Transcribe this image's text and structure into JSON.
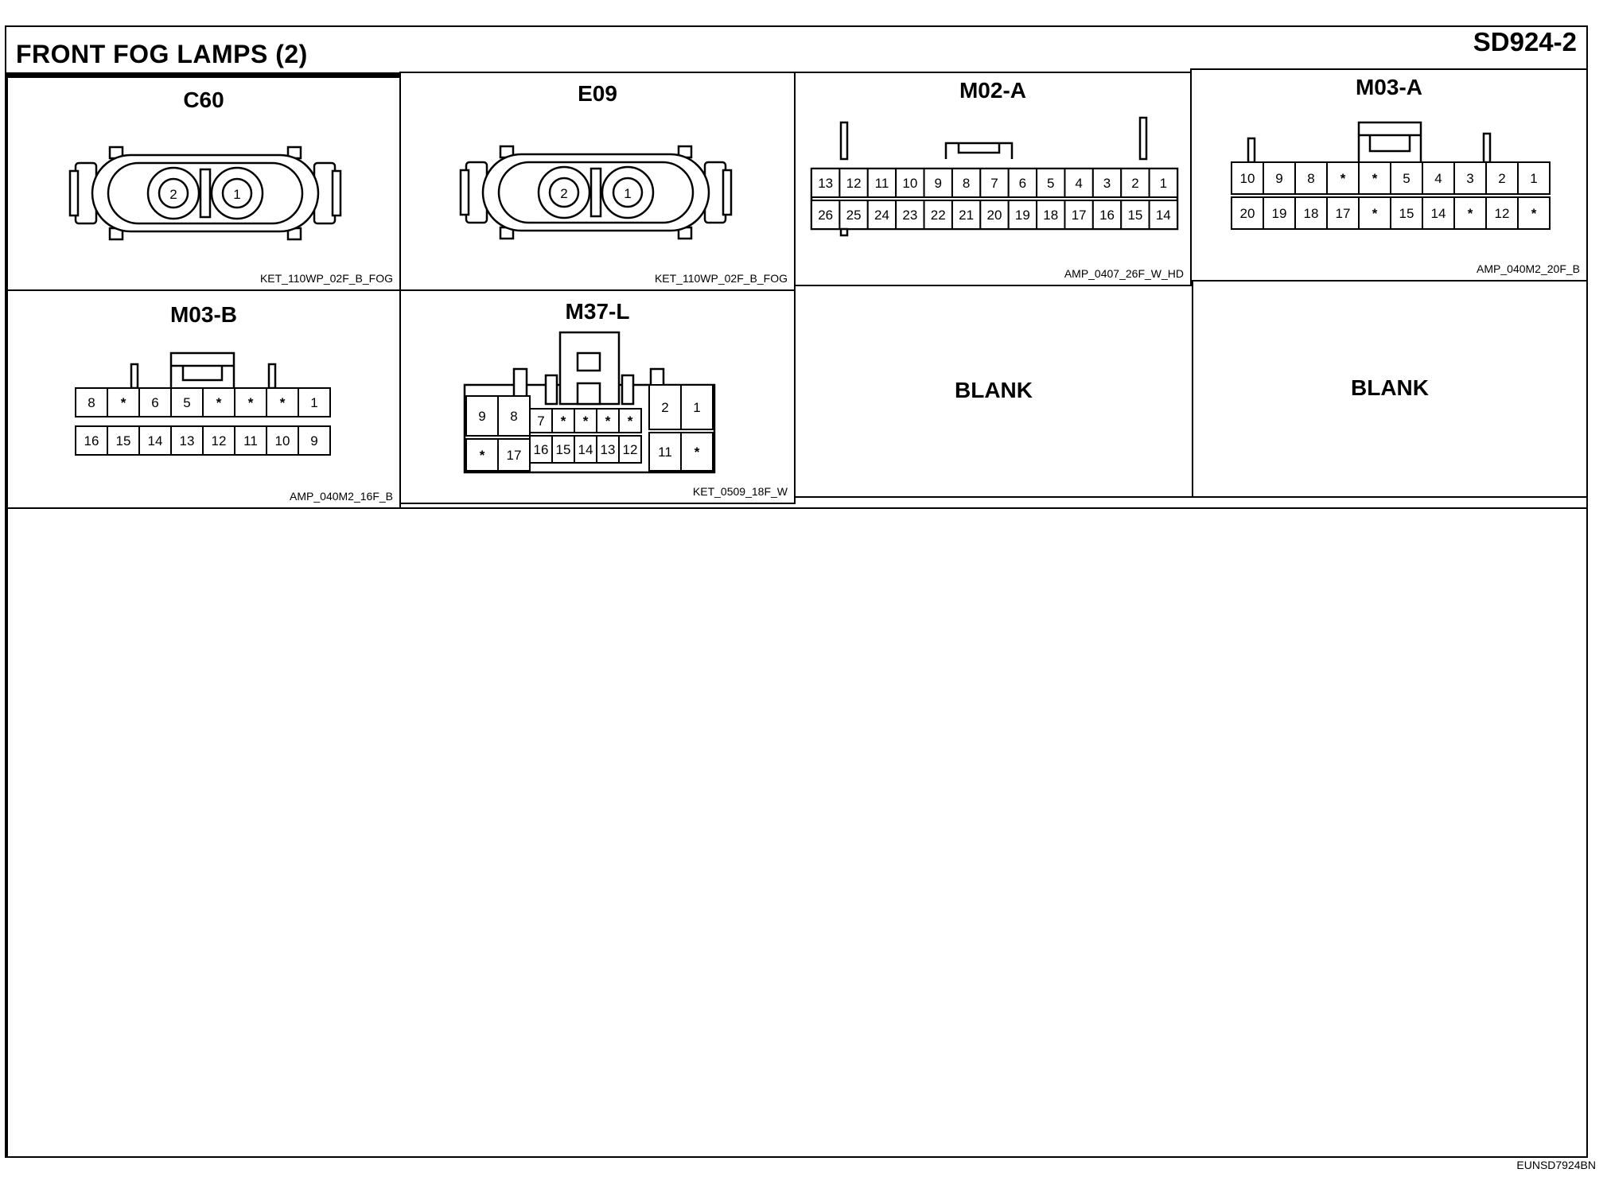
{
  "page": {
    "title": "FRONT FOG LAMPS (2)",
    "code": "SD924-2",
    "footer": "EUNSD7924BN"
  },
  "connectors": {
    "c60": {
      "name": "C60",
      "part": "KET_110WP_02F_B_FOG",
      "pins": [
        "2",
        "1"
      ]
    },
    "e09": {
      "name": "E09",
      "part": "KET_110WP_02F_B_FOG",
      "pins": [
        "2",
        "1"
      ]
    },
    "m02a": {
      "name": "M02-A",
      "part": "AMP_0407_26F_W_HD",
      "top": [
        "13",
        "12",
        "11",
        "10",
        "9",
        "8",
        "7",
        "6",
        "5",
        "4",
        "3",
        "2",
        "1"
      ],
      "bottom": [
        "26",
        "25",
        "24",
        "23",
        "22",
        "21",
        "20",
        "19",
        "18",
        "17",
        "16",
        "15",
        "14"
      ]
    },
    "m03a": {
      "name": "M03-A",
      "part": "AMP_040M2_20F_B",
      "top": [
        "10",
        "9",
        "8",
        "*",
        "*",
        "5",
        "4",
        "3",
        "2",
        "1"
      ],
      "bottom": [
        "20",
        "19",
        "18",
        "17",
        "*",
        "15",
        "14",
        "*",
        "12",
        "*"
      ]
    },
    "m03b": {
      "name": "M03-B",
      "part": "AMP_040M2_16F_B",
      "top": [
        "8",
        "*",
        "6",
        "5",
        "*",
        "*",
        "*",
        "1"
      ],
      "bottom": [
        "16",
        "15",
        "14",
        "13",
        "12",
        "11",
        "10",
        "9"
      ]
    },
    "m37l": {
      "name": "M37-L",
      "part": "KET_0509_18F_W",
      "left_top": [
        "9",
        "8"
      ],
      "left_bottom": [
        "*",
        "17"
      ],
      "mid_top": [
        "7",
        "*",
        "*",
        "*",
        "*"
      ],
      "mid_bottom": [
        "16",
        "15",
        "14",
        "13",
        "12"
      ],
      "right_top": [
        "2",
        "1"
      ],
      "right_bottom": [
        "11",
        "*"
      ]
    }
  },
  "blanks": [
    "BLANK",
    "BLANK"
  ]
}
